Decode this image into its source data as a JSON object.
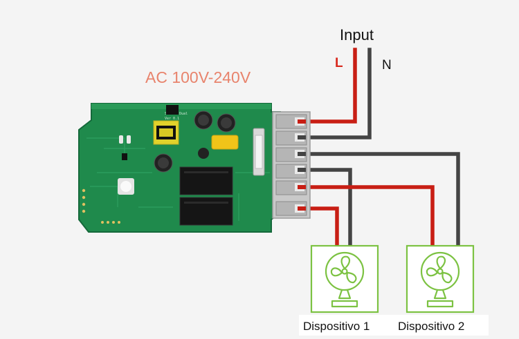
{
  "labels": {
    "voltage": "AC 100V-240V",
    "input": "Input",
    "line": "L",
    "neutral": "N",
    "device1": "Dispositivo 1",
    "device2": "Dispositivo 2"
  },
  "board": {
    "silk_name": "Sonoff Dual",
    "silk_version": "Ver 0.1"
  },
  "devices": [
    {
      "label_key": "device1",
      "icon": "fan-icon"
    },
    {
      "label_key": "device2",
      "icon": "fan-icon"
    }
  ],
  "colors": {
    "background": "#f4f4f4",
    "board": "#1f8a4c",
    "board_dark": "#176b3a",
    "terminal": "#cfcfcf",
    "wire_line": "#d8281c",
    "wire_neutral": "#4a4a4a",
    "device_green": "#7cc242",
    "voltage_text": "#e8836c",
    "relay": "#1a1a1a"
  }
}
